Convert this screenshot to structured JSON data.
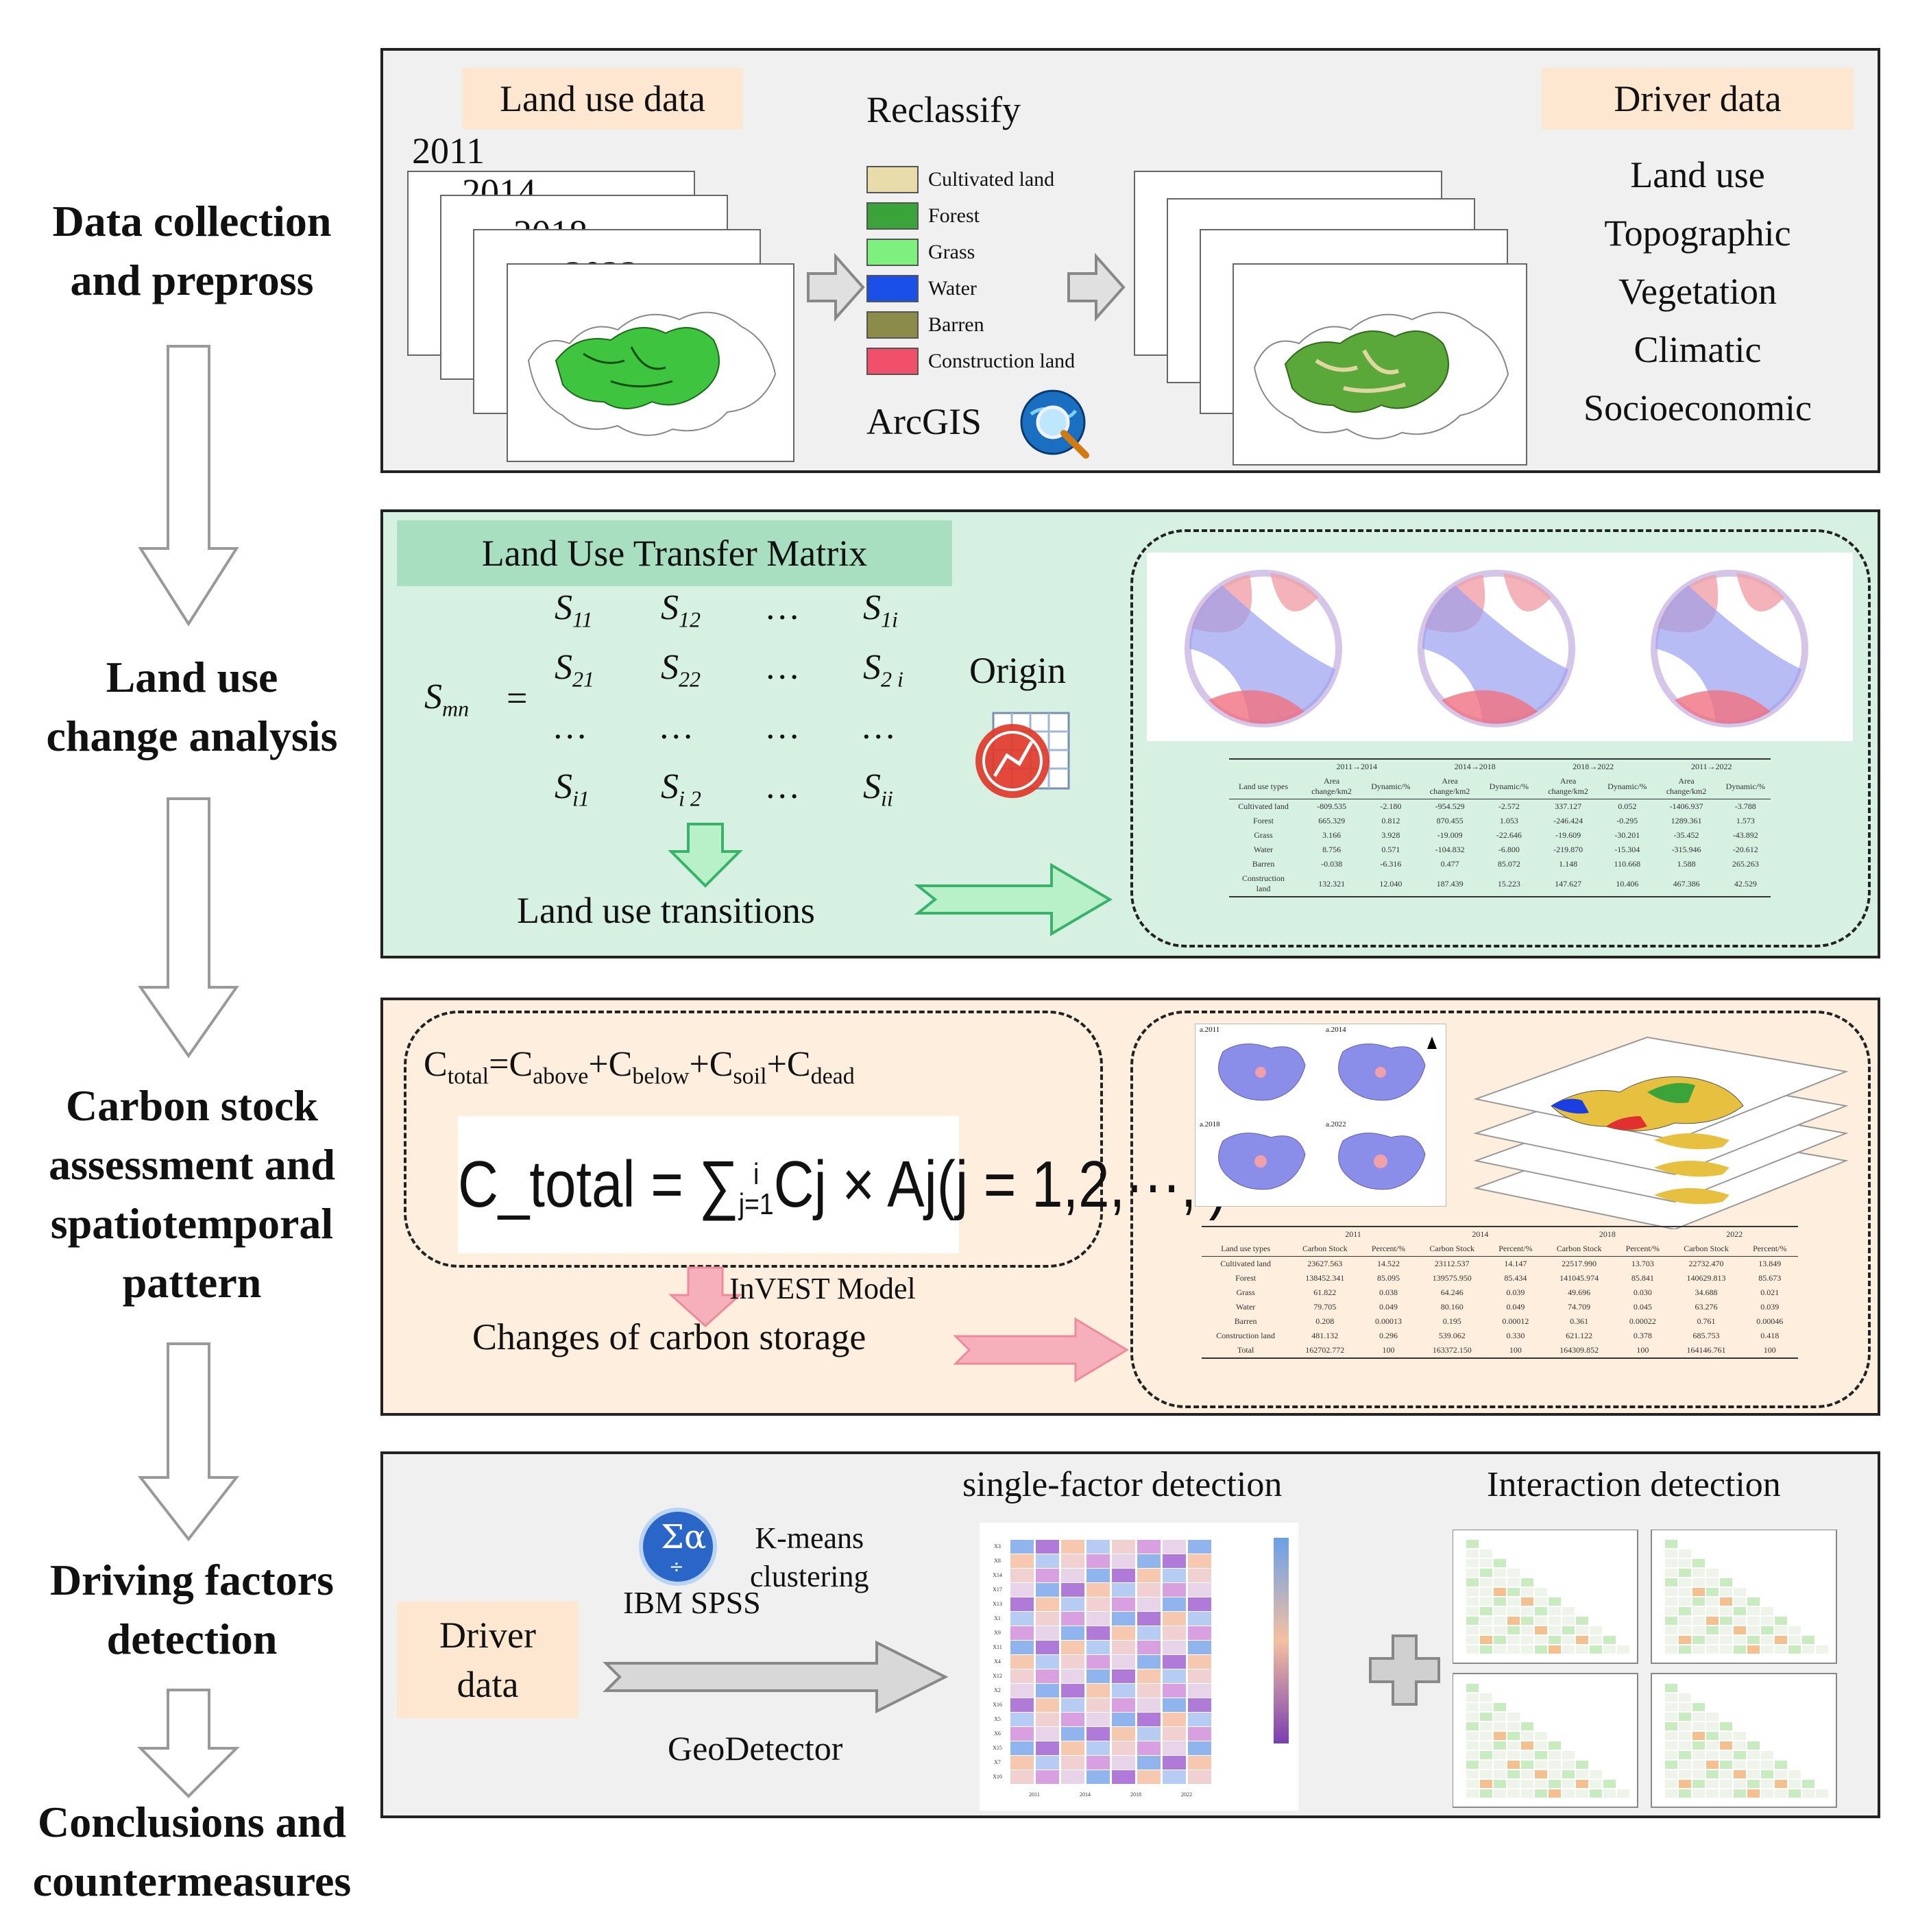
{
  "stages": [
    {
      "label": "Data collection\nand prepross"
    },
    {
      "label": "Land use\nchange analysis"
    },
    {
      "label": "Carbon stock\nassessment and\nspatiotemporal\npattern"
    },
    {
      "label": "Driving factors\ndetection"
    },
    {
      "label": "Conclusions and\ncountermeasures"
    }
  ],
  "panel1": {
    "land_use_data": "Land use data",
    "years": [
      "2011",
      "2014",
      "2018",
      "2022"
    ],
    "reclassify": "Reclassify",
    "legend": [
      {
        "label": "Cultivated land",
        "color": "#e8dcaa"
      },
      {
        "label": "Forest",
        "color": "#3aa33a"
      },
      {
        "label": "Grass",
        "color": "#7ef07e"
      },
      {
        "label": "Water",
        "color": "#1a4fe8"
      },
      {
        "label": "Barren",
        "color": "#8c8c4a"
      },
      {
        "label": "Construction land",
        "color": "#f0506a"
      }
    ],
    "arcgis": "ArcGIS",
    "driver_data": "Driver data",
    "drivers": [
      "Land use",
      "Topographic",
      "Vegetation",
      "Climatic",
      "Socioeconomic"
    ]
  },
  "panel2": {
    "title": "Land Use Transfer Matrix",
    "lhs": "S",
    "lhs_sub": "mn",
    "equals": "=",
    "rows": [
      [
        {
          "s": "S",
          "sub": "11"
        },
        {
          "s": "S",
          "sub": "12"
        },
        {
          "s": "…",
          "sub": ""
        },
        {
          "s": "S",
          "sub": "1i"
        }
      ],
      [
        {
          "s": "S",
          "sub": "21"
        },
        {
          "s": "S",
          "sub": "22"
        },
        {
          "s": "…",
          "sub": ""
        },
        {
          "s": "S",
          "sub": "2 i"
        }
      ],
      [
        {
          "s": "…",
          "sub": ""
        },
        {
          "s": "…",
          "sub": ""
        },
        {
          "s": "…",
          "sub": ""
        },
        {
          "s": "…",
          "sub": ""
        }
      ],
      [
        {
          "s": "S",
          "sub": "i1"
        },
        {
          "s": "S",
          "sub": "i 2"
        },
        {
          "s": "…",
          "sub": ""
        },
        {
          "s": "S",
          "sub": "ii"
        }
      ]
    ],
    "origin": "Origin",
    "transitions": "Land use transitions",
    "table": {
      "periods": [
        "2011→2014",
        "2014→2018",
        "2018→2022",
        "2011→2022"
      ],
      "header_type": "Land use types",
      "sub_area": "Area change/km2",
      "sub_dyn": "Dynamic/%",
      "rows": [
        [
          "Cultivated land",
          "-809.535",
          "-2.180",
          "-954.529",
          "-2.572",
          "337.127",
          "0.052",
          "-1406.937",
          "-3.788"
        ],
        [
          "Forest",
          "665.329",
          "0.812",
          "870.455",
          "1.053",
          "-246.424",
          "-0.295",
          "1289.361",
          "1.573"
        ],
        [
          "Grass",
          "3.166",
          "3.928",
          "-19.009",
          "-22.646",
          "-19.609",
          "-30.201",
          "-35.452",
          "-43.892"
        ],
        [
          "Water",
          "8.756",
          "0.571",
          "-104.832",
          "-6.800",
          "-219.870",
          "-15.304",
          "-315.946",
          "-20.612"
        ],
        [
          "Barren",
          "-0.038",
          "-6.316",
          "0.477",
          "85.072",
          "1.148",
          "110.668",
          "1.588",
          "265.263"
        ],
        [
          "Construction land",
          "132.321",
          "12.040",
          "187.439",
          "15.223",
          "147.627",
          "10.406",
          "467.386",
          "42.529"
        ]
      ]
    }
  },
  "panel3": {
    "formula1_C": "C",
    "formula1_parts": [
      "total",
      "=C",
      "above",
      "+C",
      "below",
      "+C",
      "soil",
      "+C",
      "dead"
    ],
    "formula2": "C_total = ∑",
    "formula2_sup": "i",
    "formula2_sub": "j=1",
    "formula2_tail": "Cj × Aj(j = 1,2,···,i)",
    "invest": "InVEST Model",
    "changes": "Changes of carbon storage",
    "map_labels": [
      "a.2011",
      "a.2014",
      "a.2018",
      "a.2022"
    ],
    "table": {
      "years": [
        "2011",
        "2014",
        "2018",
        "2022"
      ],
      "header_type": "Land use types",
      "sub_stock": "Carbon Stock",
      "sub_pct": "Percent/%",
      "rows": [
        [
          "Cultivated land",
          "23627.563",
          "14.522",
          "23112.537",
          "14.147",
          "22517.990",
          "13.703",
          "22732.470",
          "13.849"
        ],
        [
          "Forest",
          "138452.341",
          "85.095",
          "139575.950",
          "85.434",
          "141045.974",
          "85.841",
          "140629.813",
          "85.673"
        ],
        [
          "Grass",
          "61.822",
          "0.038",
          "64.246",
          "0.039",
          "49.696",
          "0.030",
          "34.688",
          "0.021"
        ],
        [
          "Water",
          "79.705",
          "0.049",
          "80.160",
          "0.049",
          "74.709",
          "0.045",
          "63.276",
          "0.039"
        ],
        [
          "Barren",
          "0.208",
          "0.00013",
          "0.195",
          "0.00012",
          "0.361",
          "0.00022",
          "0.761",
          "0.00046"
        ],
        [
          "Construction land",
          "481.132",
          "0.296",
          "539.062",
          "0.330",
          "621.122",
          "0.378",
          "685.753",
          "0.418"
        ],
        [
          "Total",
          "162702.772",
          "100",
          "163372.150",
          "100",
          "164309.852",
          "100",
          "164146.761",
          "100"
        ]
      ]
    }
  },
  "panel4": {
    "driver_data": "Driver\ndata",
    "spss": "IBM SPSS",
    "kmeans": "K-means\nclustering",
    "geodetector": "GeoDetector",
    "single": "single-factor detection",
    "interaction": "Interaction detection",
    "heat_rows": [
      "X3",
      "X8",
      "X14",
      "X17",
      "X13",
      "X1",
      "X9",
      "X11",
      "X4",
      "X12",
      "X2",
      "X16",
      "X5",
      "X6",
      "X15",
      "X7",
      "X10"
    ],
    "heat_cols": [
      "2011",
      "2014",
      "2018",
      "2022"
    ]
  }
}
